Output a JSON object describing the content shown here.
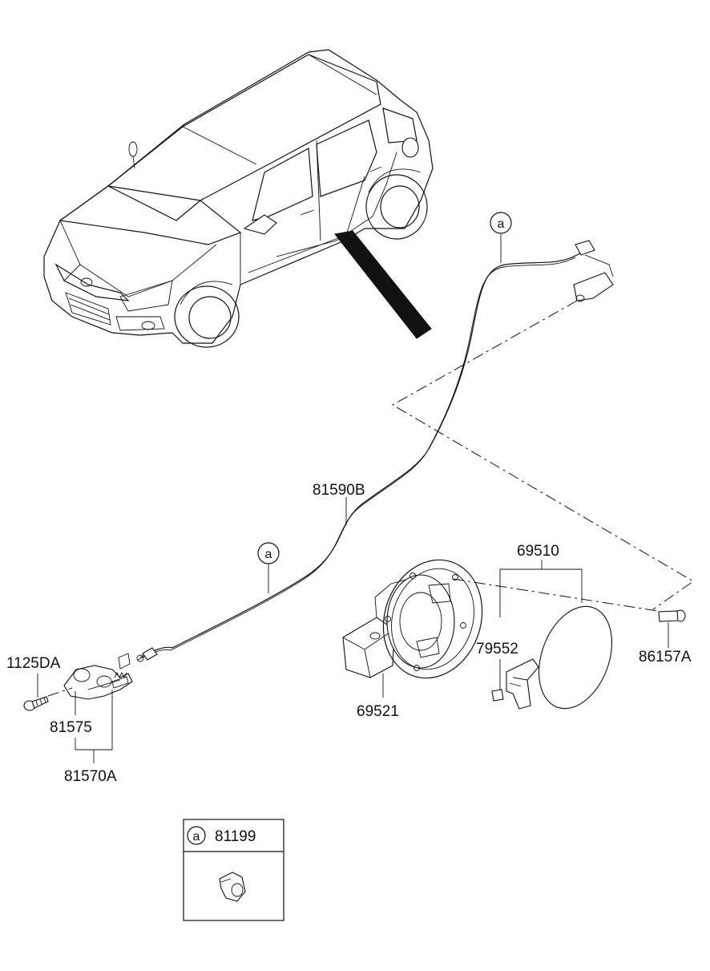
{
  "callouts": {
    "cable": "81590B",
    "fuel_door_assy": "69510",
    "fuel_door_spring": "79552",
    "bolt_right": "86157A",
    "housing": "69521",
    "screw_left": "1125DA",
    "lock_component": "81575",
    "lock_assy": "81570A"
  },
  "reference_marker": "a",
  "inset": {
    "marker": "a",
    "part_no": "81199"
  }
}
